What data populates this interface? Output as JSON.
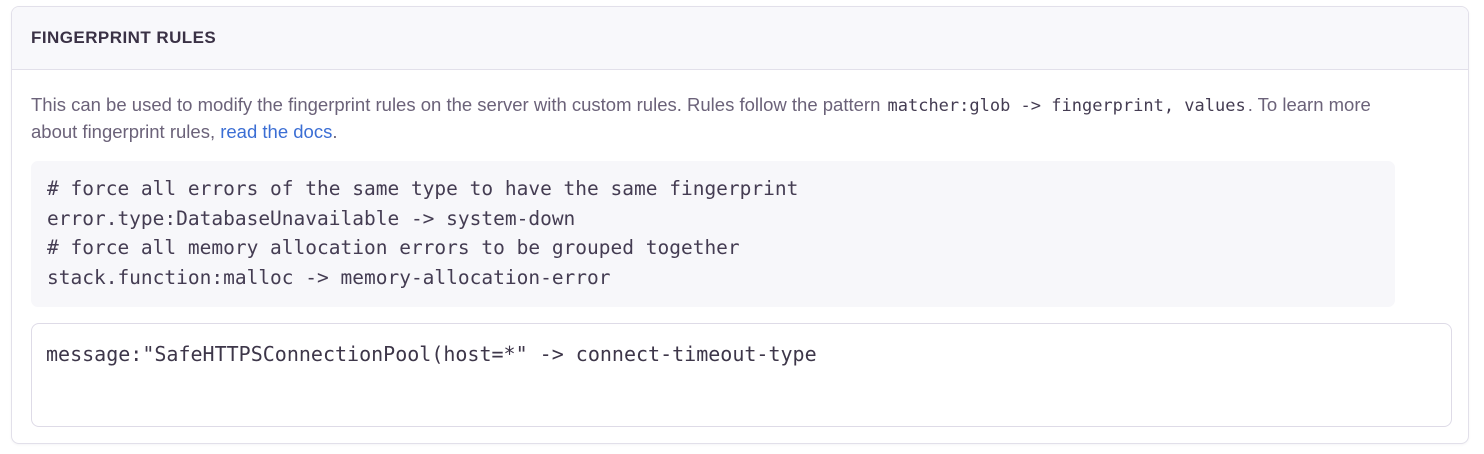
{
  "panel": {
    "header": {
      "title": "FINGERPRINT RULES"
    },
    "description": {
      "text_before_code": "This can be used to modify the fingerprint rules on the server with custom rules. Rules follow the pattern ",
      "inline_code": "matcher:glob -> fingerprint, values",
      "text_after_code": ". To learn more about fingerprint rules, ",
      "link_label": "read the docs",
      "text_after_link": "."
    },
    "example_code_block": {
      "lines": [
        "# force all errors of the same type to have the same fingerprint",
        "error.type:DatabaseUnavailable -> system-down",
        "# force all memory allocation errors to be grouped together",
        "stack.function:malloc -> memory-allocation-error"
      ]
    },
    "rules_input": {
      "value": "message:\"SafeHTTPSConnectionPool(host=*\" -> connect-timeout-type",
      "placeholder": ""
    }
  },
  "colors": {
    "panel_border": "#e2e0ea",
    "header_background": "#f8f8fb",
    "header_text": "#3a3145",
    "description_text": "#6b6279",
    "link": "#3b6ed4",
    "code_background": "#f7f7fa",
    "code_text": "#443c52",
    "input_border": "#dedbe7"
  }
}
